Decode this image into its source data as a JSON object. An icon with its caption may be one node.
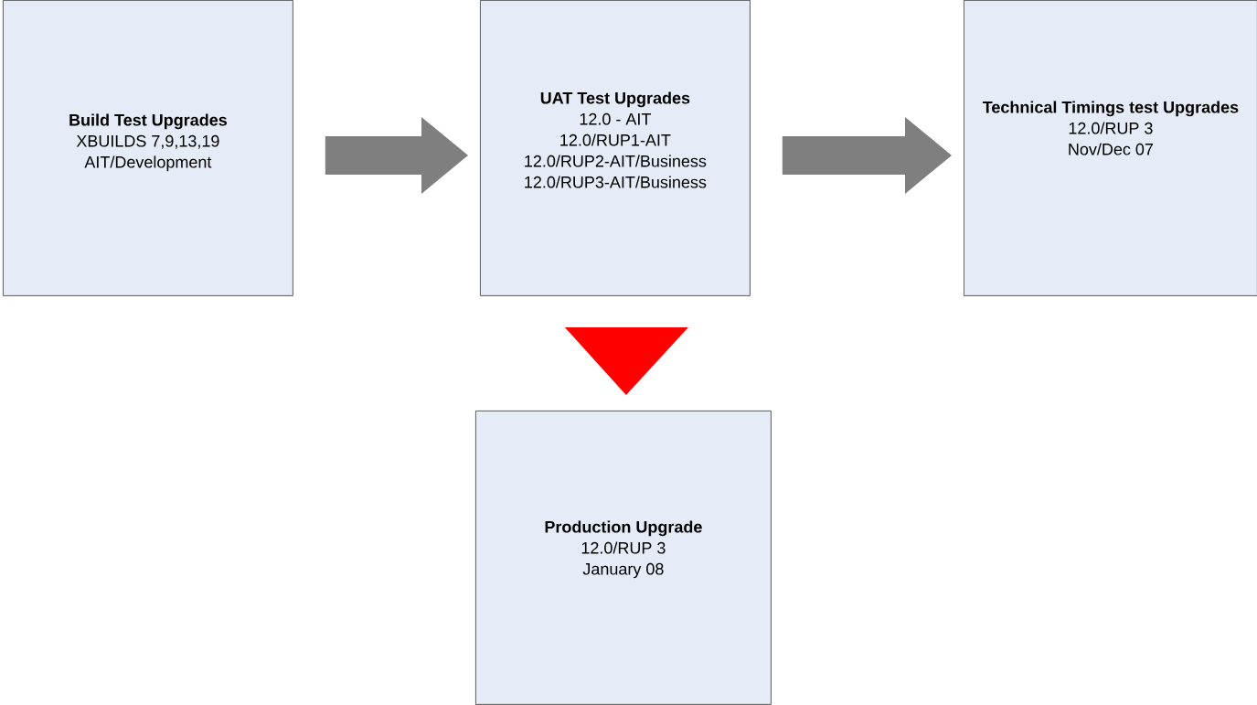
{
  "diagram": {
    "nodes": [
      {
        "text": [
          "Build Test Upgrades",
          "XBUILDS 7,9,13,19",
          "AIT/Development"
        ]
      },
      {
        "text": [
          "UAT Test Upgrades",
          "12.0 - AIT",
          "12.0/RUP1-AIT",
          "12.0/RUP2-AIT/Business",
          "12.0/RUP3-AIT/Business"
        ]
      },
      {
        "text": [
          "Technical Timings test Upgrades",
          "12.0/RUP 3",
          "Nov/Dec 07"
        ]
      },
      {
        "text": [
          "Production Upgrade",
          "12.0/RUP 3",
          "January 08"
        ]
      }
    ],
    "edges": [
      {
        "from": 0,
        "to": 1,
        "arrow": "to"
      },
      {
        "from": 1,
        "to": 2,
        "arrow": "to"
      },
      {
        "from": 1,
        "to": 3,
        "arrow": "to",
        "color": "#ff0000"
      }
    ]
  }
}
